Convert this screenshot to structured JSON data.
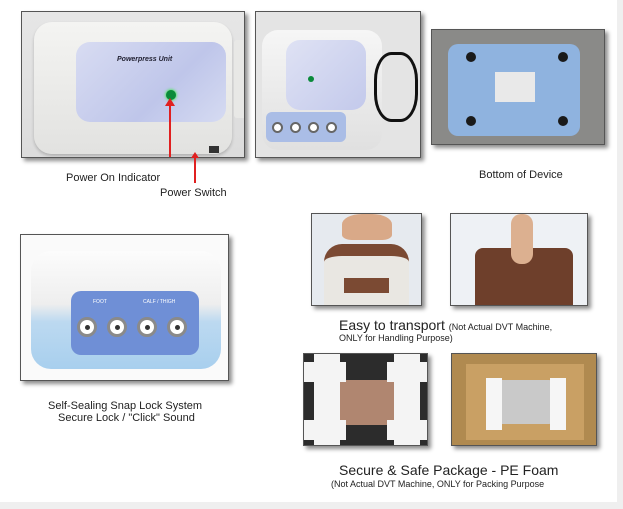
{
  "captions": {
    "power_indicator": "Power On Indicator",
    "power_switch": "Power Switch",
    "bottom": "Bottom of Device",
    "snap_lock_line1": "Self-Sealing Snap Lock System",
    "snap_lock_line2": "Secure Lock / \"Click\" Sound",
    "transport_main": "Easy to transport",
    "transport_note1": "(Not Actual DVT Machine,",
    "transport_note2": "ONLY for Handling Purpose)",
    "package_main": "Secure & Safe Package - PE Foam",
    "package_note": "(Not Actual DVT Machine, ONLY for Packing Purpose"
  },
  "device": {
    "brand": "Powerpress Unit",
    "port_labels": [
      "FOOT",
      "CALF / THIGH"
    ]
  },
  "colors": {
    "indicator_green": "#0a8a3a",
    "arrow_red": "#e02020",
    "device_blue": "#8fb3df"
  }
}
